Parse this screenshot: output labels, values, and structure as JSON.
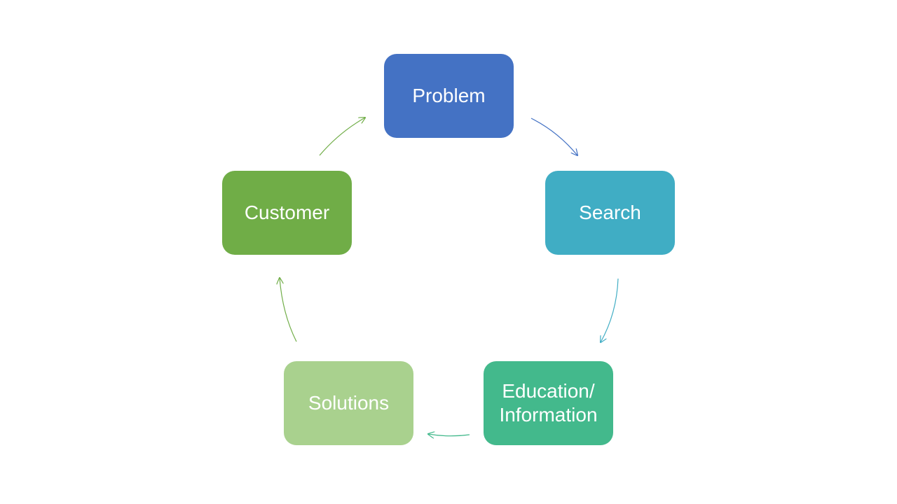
{
  "diagram": {
    "type": "cycle",
    "nodes": [
      {
        "id": "problem",
        "label": "Problem",
        "color": "#4472C4"
      },
      {
        "id": "search",
        "label": "Search",
        "color": "#40ADC4"
      },
      {
        "id": "education",
        "label": "Education/\nInformation",
        "color": "#43B98C"
      },
      {
        "id": "solutions",
        "label": "Solutions",
        "color": "#A9D18E"
      },
      {
        "id": "customer",
        "label": "Customer",
        "color": "#70AD47"
      }
    ],
    "edges": [
      {
        "from": "problem",
        "to": "search",
        "color": "#4472C4"
      },
      {
        "from": "search",
        "to": "education",
        "color": "#40ADC4"
      },
      {
        "from": "education",
        "to": "solutions",
        "color": "#43B98C"
      },
      {
        "from": "solutions",
        "to": "customer",
        "color": "#70AD47"
      },
      {
        "from": "customer",
        "to": "problem",
        "color": "#70AD47"
      }
    ]
  }
}
